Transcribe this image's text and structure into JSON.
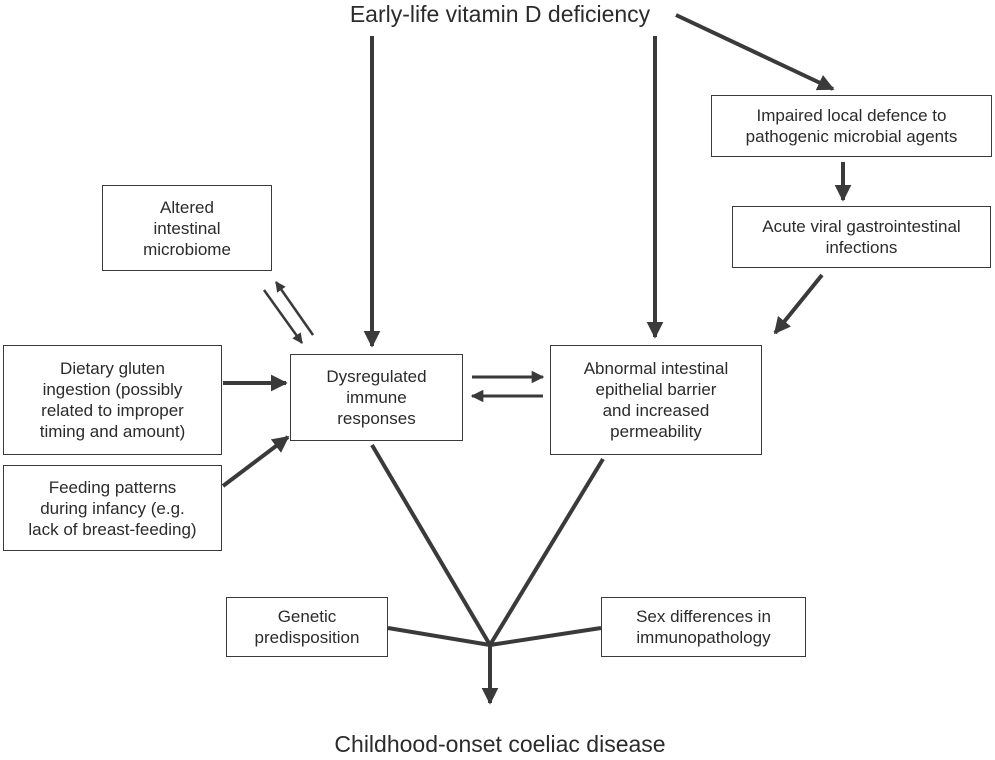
{
  "nodes": {
    "vitamin_d": "Early-life vitamin D deficiency",
    "impaired_defence": "Impaired local defence to\npathogenic microbial agents",
    "viral_infections": "Acute viral gastrointestinal\ninfections",
    "microbiome": "Altered\nintestinal\nmicrobiome",
    "dysregulated": "Dysregulated\nimmune\nresponses",
    "barrier": "Abnormal intestinal\nepithelial barrier\nand increased\npermeability",
    "gluten": "Dietary gluten\ningestion (possibly\nrelated to improper\ntiming and amount)",
    "feeding": "Feeding patterns\nduring infancy (e.g.\nlack of breast-feeding)",
    "genetic": "Genetic\npredisposition",
    "sex": "Sex differences in\nimmunopathology",
    "outcome": "Childhood-onset coeliac disease"
  },
  "edges": [
    {
      "from": "vitamin_d",
      "to": "dysregulated",
      "arrow": true
    },
    {
      "from": "vitamin_d",
      "to": "barrier",
      "arrow": true
    },
    {
      "from": "vitamin_d",
      "to": "impaired_defence",
      "arrow": true
    },
    {
      "from": "impaired_defence",
      "to": "viral_infections",
      "arrow": true
    },
    {
      "from": "viral_infections",
      "to": "barrier",
      "arrow": true
    },
    {
      "from": "microbiome",
      "to": "dysregulated",
      "arrow": true
    },
    {
      "from": "dysregulated",
      "to": "microbiome",
      "arrow": true
    },
    {
      "from": "gluten",
      "to": "dysregulated",
      "arrow": true
    },
    {
      "from": "feeding",
      "to": "dysregulated",
      "arrow": true
    },
    {
      "from": "dysregulated",
      "to": "barrier",
      "arrow": true
    },
    {
      "from": "barrier",
      "to": "dysregulated",
      "arrow": true
    },
    {
      "from": "dysregulated",
      "to": "outcome",
      "arrow": false
    },
    {
      "from": "barrier",
      "to": "outcome",
      "arrow": false
    },
    {
      "from": "genetic",
      "to": "outcome",
      "arrow": false
    },
    {
      "from": "sex",
      "to": "outcome",
      "arrow": false
    },
    {
      "from": "convergence",
      "to": "outcome",
      "arrow": true
    }
  ],
  "colors": {
    "line": "#3a3a3a",
    "text": "#2b2b2b",
    "background": "#ffffff"
  }
}
